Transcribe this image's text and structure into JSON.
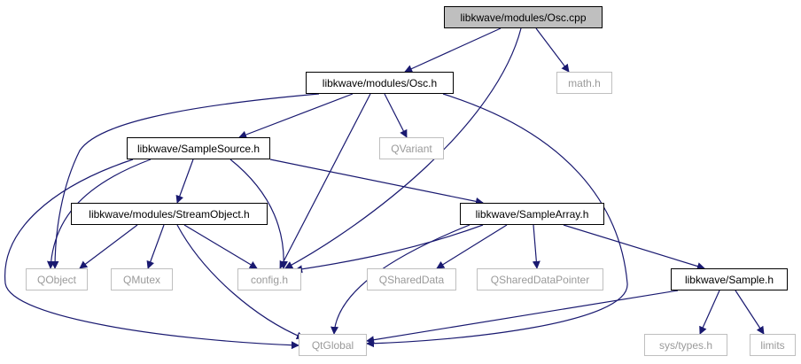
{
  "diagram": {
    "nodes": [
      {
        "id": "osc_cpp",
        "label": "libkwave/modules/Osc.cpp",
        "kind": "root"
      },
      {
        "id": "osc_h",
        "label": "libkwave/modules/Osc.h",
        "kind": "documented"
      },
      {
        "id": "math_h",
        "label": "math.h",
        "kind": "external"
      },
      {
        "id": "samplesource_h",
        "label": "libkwave/SampleSource.h",
        "kind": "documented"
      },
      {
        "id": "qvariant",
        "label": "QVariant",
        "kind": "external"
      },
      {
        "id": "streamobject_h",
        "label": "libkwave/modules/StreamObject.h",
        "kind": "documented"
      },
      {
        "id": "samplearray_h",
        "label": "libkwave/SampleArray.h",
        "kind": "documented"
      },
      {
        "id": "qobject",
        "label": "QObject",
        "kind": "external"
      },
      {
        "id": "qmutex",
        "label": "QMutex",
        "kind": "external"
      },
      {
        "id": "config_h",
        "label": "config.h",
        "kind": "external"
      },
      {
        "id": "qshareddata",
        "label": "QSharedData",
        "kind": "external"
      },
      {
        "id": "qshareddatapointer",
        "label": "QSharedDataPointer",
        "kind": "external"
      },
      {
        "id": "sample_h",
        "label": "libkwave/Sample.h",
        "kind": "documented"
      },
      {
        "id": "qtglobal",
        "label": "QtGlobal",
        "kind": "external"
      },
      {
        "id": "systypes_h",
        "label": "sys/types.h",
        "kind": "external"
      },
      {
        "id": "limits",
        "label": "limits",
        "kind": "external"
      }
    ],
    "edges": [
      [
        "osc_cpp",
        "osc_h"
      ],
      [
        "osc_cpp",
        "math_h"
      ],
      [
        "osc_cpp",
        "config_h"
      ],
      [
        "osc_h",
        "samplesource_h"
      ],
      [
        "osc_h",
        "qvariant"
      ],
      [
        "osc_h",
        "qobject"
      ],
      [
        "osc_h",
        "config_h"
      ],
      [
        "osc_h",
        "qtglobal"
      ],
      [
        "samplesource_h",
        "streamobject_h"
      ],
      [
        "samplesource_h",
        "samplearray_h"
      ],
      [
        "samplesource_h",
        "qobject"
      ],
      [
        "samplesource_h",
        "config_h"
      ],
      [
        "samplesource_h",
        "qtglobal"
      ],
      [
        "streamobject_h",
        "qobject"
      ],
      [
        "streamobject_h",
        "qmutex"
      ],
      [
        "streamobject_h",
        "config_h"
      ],
      [
        "streamobject_h",
        "qtglobal"
      ],
      [
        "samplearray_h",
        "config_h"
      ],
      [
        "samplearray_h",
        "qshareddata"
      ],
      [
        "samplearray_h",
        "qshareddatapointer"
      ],
      [
        "samplearray_h",
        "sample_h"
      ],
      [
        "samplearray_h",
        "qtglobal"
      ],
      [
        "sample_h",
        "qtglobal"
      ],
      [
        "sample_h",
        "systypes_h"
      ],
      [
        "sample_h",
        "limits"
      ]
    ],
    "colors": {
      "edge": "#191970",
      "documented_border": "#000000",
      "external_border": "#bfbfbf",
      "external_text": "#9a9a9a",
      "root_fill": "#bfbfbf"
    }
  }
}
